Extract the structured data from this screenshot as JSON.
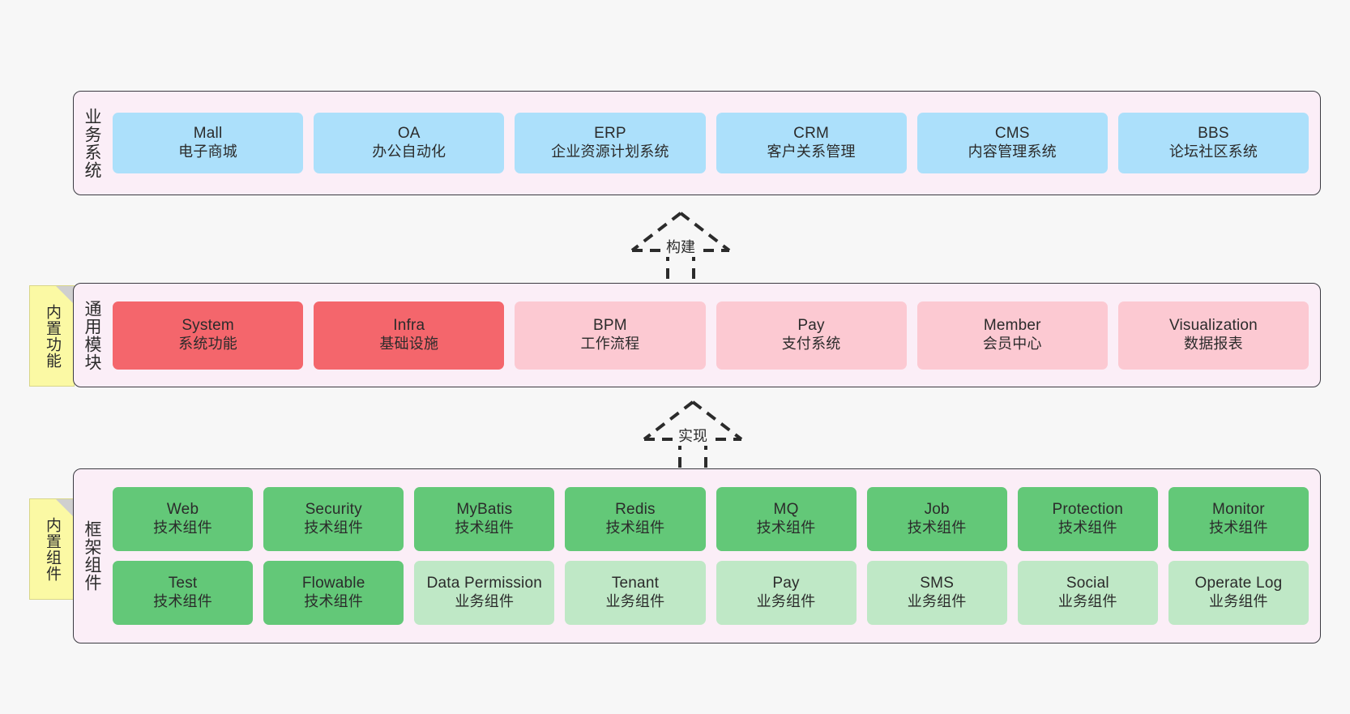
{
  "diagram": {
    "title": "",
    "background": "#f7f7f7",
    "colors": {
      "band_fill": "#fbeef7",
      "band_border": "#3b3b42",
      "business_node": "#ace0fb",
      "common_core_node": "#f4666c",
      "common_node": "#fcc9d2",
      "tech_component_node": "#63c878",
      "business_component_node": "#bfe8c6",
      "note_fill": "#fbf9a4"
    }
  },
  "layers": {
    "business": {
      "title": "业务系统",
      "nodes": [
        {
          "name": "Mall",
          "desc": "电子商城",
          "style": "blue"
        },
        {
          "name": "OA",
          "desc": "办公自动化",
          "style": "blue"
        },
        {
          "name": "ERP",
          "desc": "企业资源计划系统",
          "style": "blue"
        },
        {
          "name": "CRM",
          "desc": "客户关系管理",
          "style": "blue"
        },
        {
          "name": "CMS",
          "desc": "内容管理系统",
          "style": "blue"
        },
        {
          "name": "BBS",
          "desc": "论坛社区系统",
          "style": "blue"
        }
      ]
    },
    "common": {
      "title": "通用模块",
      "note": "内置功能",
      "nodes": [
        {
          "name": "System",
          "desc": "系统功能",
          "style": "red"
        },
        {
          "name": "Infra",
          "desc": "基础设施",
          "style": "red"
        },
        {
          "name": "BPM",
          "desc": "工作流程",
          "style": "pink"
        },
        {
          "name": "Pay",
          "desc": "支付系统",
          "style": "pink"
        },
        {
          "name": "Member",
          "desc": "会员中心",
          "style": "pink"
        },
        {
          "name": "Visualization",
          "desc": "数据报表",
          "style": "pink"
        }
      ]
    },
    "framework": {
      "title": "框架组件",
      "note": "内置组件",
      "rows": [
        [
          {
            "name": "Web",
            "desc": "技术组件",
            "style": "green"
          },
          {
            "name": "Security",
            "desc": "技术组件",
            "style": "green"
          },
          {
            "name": "MyBatis",
            "desc": "技术组件",
            "style": "green"
          },
          {
            "name": "Redis",
            "desc": "技术组件",
            "style": "green"
          },
          {
            "name": "MQ",
            "desc": "技术组件",
            "style": "green"
          },
          {
            "name": "Job",
            "desc": "技术组件",
            "style": "green"
          },
          {
            "name": "Protection",
            "desc": "技术组件",
            "style": "green"
          },
          {
            "name": "Monitor",
            "desc": "技术组件",
            "style": "green"
          }
        ],
        [
          {
            "name": "Test",
            "desc": "技术组件",
            "style": "green"
          },
          {
            "name": "Flowable",
            "desc": "技术组件",
            "style": "green"
          },
          {
            "name": "Data Permission",
            "desc": "业务组件",
            "style": "lightgreen"
          },
          {
            "name": "Tenant",
            "desc": "业务组件",
            "style": "lightgreen"
          },
          {
            "name": "Pay",
            "desc": "业务组件",
            "style": "lightgreen"
          },
          {
            "name": "SMS",
            "desc": "业务组件",
            "style": "lightgreen"
          },
          {
            "name": "Social",
            "desc": "业务组件",
            "style": "lightgreen"
          },
          {
            "name": "Operate Log",
            "desc": "业务组件",
            "style": "lightgreen"
          }
        ]
      ]
    }
  },
  "connectors": [
    {
      "id": "build",
      "label": "构建",
      "from": "common",
      "to": "business",
      "style": "dashed-generalization"
    },
    {
      "id": "implement",
      "label": "实现",
      "from": "framework",
      "to": "common",
      "style": "dashed-generalization"
    }
  ]
}
